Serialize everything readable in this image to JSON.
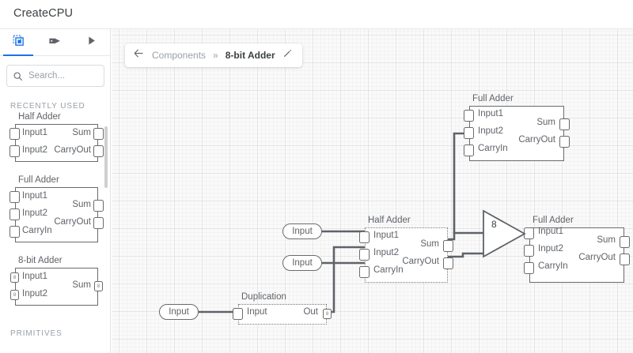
{
  "app": {
    "title": "CreateCPU"
  },
  "sidebar": {
    "tabs": [
      {
        "name": "components-tab",
        "icon": "chip-icon",
        "active": true
      },
      {
        "name": "labels-tab",
        "icon": "tag-icon",
        "active": false
      },
      {
        "name": "run-tab",
        "icon": "play-icon",
        "active": false
      }
    ],
    "search": {
      "placeholder": "Search...",
      "value": ""
    },
    "sections": [
      {
        "heading": "RECENTLY USED"
      },
      {
        "heading": "PRIMITIVES"
      }
    ],
    "recently_used": [
      {
        "name": "Half Adder",
        "inputs": [
          "Input1",
          "Input2"
        ],
        "outputs": [
          "Sum",
          "CarryOut"
        ]
      },
      {
        "name": "Full Adder",
        "inputs": [
          "Input1",
          "Input2",
          "CarryIn"
        ],
        "outputs": [
          "Sum",
          "CarryOut"
        ]
      },
      {
        "name": "8-bit Adder",
        "inputs": [
          "Input1",
          "Input2"
        ],
        "outputs": [
          "Sum"
        ],
        "bus_width": "8"
      }
    ]
  },
  "canvas": {
    "breadcrumb": {
      "back_icon": "arrow-left-icon",
      "parent": "Components",
      "separator": "»",
      "current": "8-bit Adder",
      "edit_icon": "pencil-icon"
    },
    "components": [
      {
        "id": "full-adder-top",
        "name": "Full Adder",
        "inputs": [
          "Input1",
          "Input2",
          "CarryIn"
        ],
        "outputs": [
          "Sum",
          "CarryOut"
        ],
        "selected": false
      },
      {
        "id": "half-adder-mid",
        "name": "Half Adder",
        "inputs": [
          "Input1",
          "Input2",
          "CarryIn"
        ],
        "outputs": [
          "Sum",
          "CarryOut"
        ],
        "selected": true
      },
      {
        "id": "full-adder-right",
        "name": "Full Adder",
        "inputs": [
          "Input1",
          "Input2",
          "CarryIn"
        ],
        "outputs": [
          "Sum",
          "CarryOut"
        ],
        "selected": false
      },
      {
        "id": "duplication",
        "name": "Duplication",
        "inputs": [
          "Input"
        ],
        "outputs": [
          "Out"
        ],
        "bus_width": "8",
        "selected": true
      }
    ],
    "io_pills": [
      {
        "id": "input-pill-a",
        "label": "Input"
      },
      {
        "id": "input-pill-b",
        "label": "Input"
      },
      {
        "id": "input-pill-c",
        "label": "Input"
      }
    ],
    "bus_widener": {
      "label": "8",
      "inverted": true
    }
  },
  "colors": {
    "accent": "#1a73e8",
    "chip_outline": "#6b6b6b",
    "text_primary": "#3c4043",
    "text_secondary": "#5f6368",
    "text_muted": "#9aa0a6",
    "canvas_bg": "#fafafa",
    "wire": "#5f6368"
  }
}
